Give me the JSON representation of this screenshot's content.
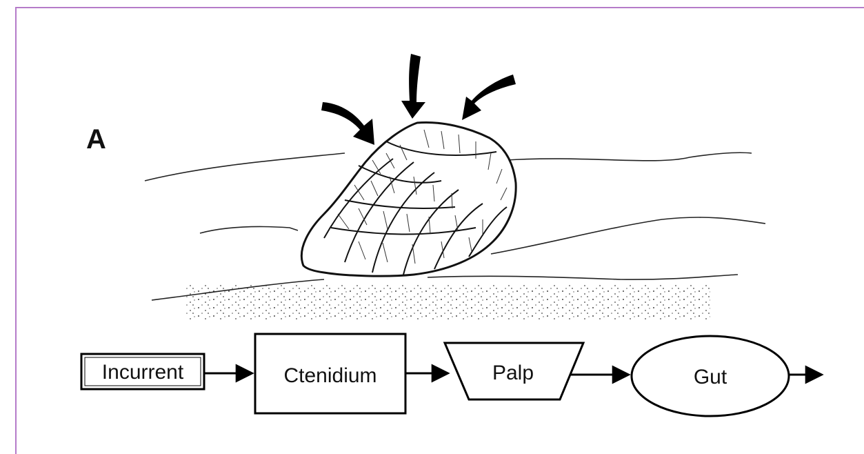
{
  "figure": {
    "panel_label": "A",
    "frame_color": "#b57bc9"
  },
  "flow": {
    "nodes": [
      {
        "id": "incurrent",
        "label": "Incurrent",
        "shape": "rectangle"
      },
      {
        "id": "ctenidium",
        "label": "Ctenidium",
        "shape": "rectangle"
      },
      {
        "id": "palp",
        "label": "Palp",
        "shape": "trapezoid"
      },
      {
        "id": "gut",
        "label": "Gut",
        "shape": "ellipse"
      }
    ],
    "edges": [
      {
        "from": "incurrent",
        "to": "ctenidium"
      },
      {
        "from": "ctenidium",
        "to": "palp"
      },
      {
        "from": "palp",
        "to": "gut"
      },
      {
        "from": "gut",
        "to": "outflow"
      }
    ]
  },
  "illustration": {
    "subject": "bivalve-in-sediment",
    "inflow_arrows": 3
  }
}
